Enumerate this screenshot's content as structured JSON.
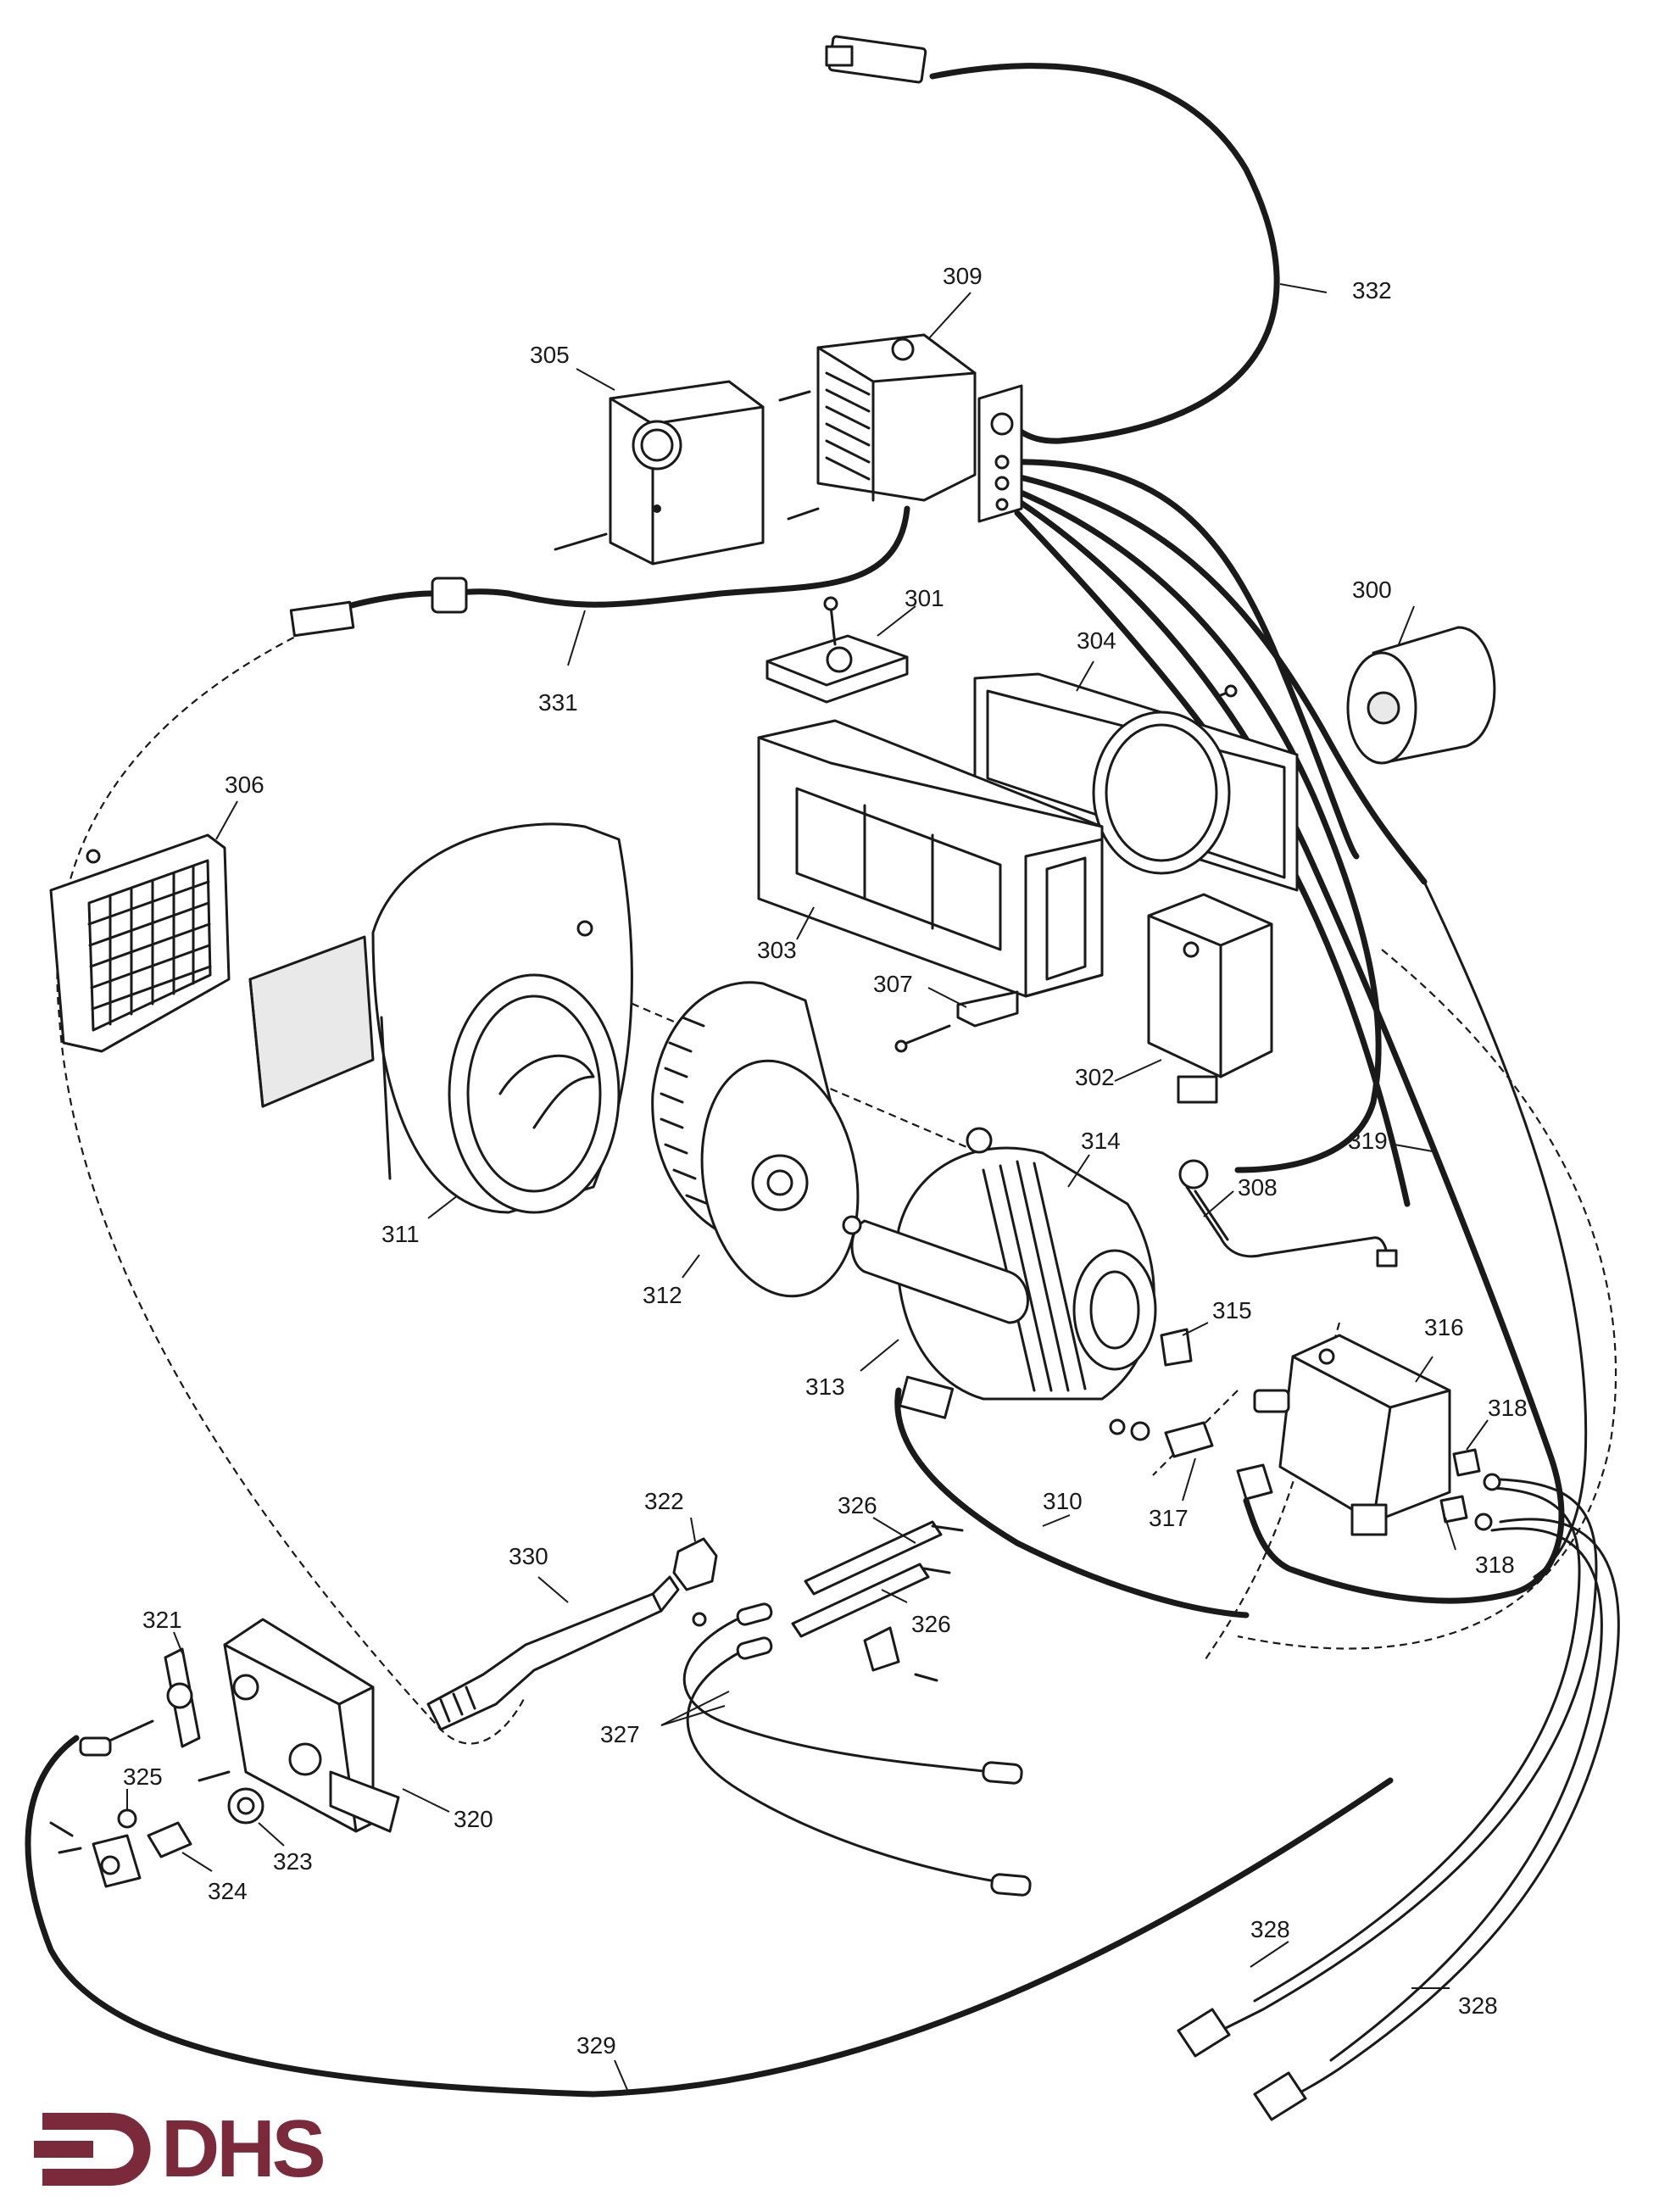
{
  "brand": {
    "text": "DHS",
    "color": "#7a2a3a"
  },
  "parts": [
    {
      "id": "p300",
      "label": "300"
    },
    {
      "id": "p301",
      "label": "301"
    },
    {
      "id": "p302",
      "label": "302"
    },
    {
      "id": "p303",
      "label": "303"
    },
    {
      "id": "p304",
      "label": "304"
    },
    {
      "id": "p305",
      "label": "305"
    },
    {
      "id": "p306",
      "label": "306"
    },
    {
      "id": "p307",
      "label": "307"
    },
    {
      "id": "p308",
      "label": "308"
    },
    {
      "id": "p309",
      "label": "309"
    },
    {
      "id": "p310",
      "label": "310"
    },
    {
      "id": "p311",
      "label": "311"
    },
    {
      "id": "p312",
      "label": "312"
    },
    {
      "id": "p313",
      "label": "313"
    },
    {
      "id": "p314",
      "label": "314"
    },
    {
      "id": "p315",
      "label": "315"
    },
    {
      "id": "p316",
      "label": "316"
    },
    {
      "id": "p317",
      "label": "317"
    },
    {
      "id": "p318a",
      "label": "318"
    },
    {
      "id": "p318b",
      "label": "318"
    },
    {
      "id": "p319",
      "label": "319"
    },
    {
      "id": "p320",
      "label": "320"
    },
    {
      "id": "p321",
      "label": "321"
    },
    {
      "id": "p322",
      "label": "322"
    },
    {
      "id": "p323",
      "label": "323"
    },
    {
      "id": "p324",
      "label": "324"
    },
    {
      "id": "p325",
      "label": "325"
    },
    {
      "id": "p326a",
      "label": "326"
    },
    {
      "id": "p326b",
      "label": "326"
    },
    {
      "id": "p327",
      "label": "327"
    },
    {
      "id": "p328a",
      "label": "328"
    },
    {
      "id": "p328b",
      "label": "328"
    },
    {
      "id": "p329",
      "label": "329"
    },
    {
      "id": "p330",
      "label": "330"
    },
    {
      "id": "p331",
      "label": "331"
    },
    {
      "id": "p332",
      "label": "332"
    }
  ]
}
